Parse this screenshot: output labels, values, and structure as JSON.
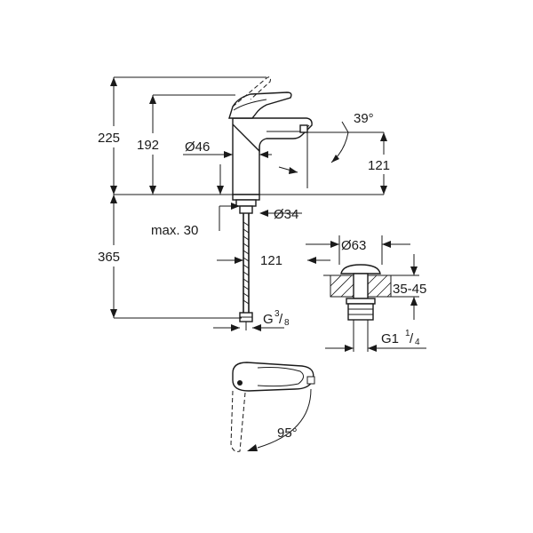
{
  "dimensions": {
    "total_height": "225",
    "spout_height": "192",
    "body_diameter": "Ø46",
    "spout_angle": "39°",
    "spout_clearance": "121",
    "mount_diameter": "Ø34",
    "max_deck": "max. 30",
    "hose_length": "365",
    "reach": "121",
    "connection_base": "G",
    "connection_sup": "3",
    "connection_sub": "8",
    "waste_diameter": "Ø63",
    "basin_thickness": "35-45",
    "waste_thread_base": "G1",
    "waste_thread_sup": "1",
    "waste_thread_sub": "4",
    "lever_rotation": "95°"
  }
}
